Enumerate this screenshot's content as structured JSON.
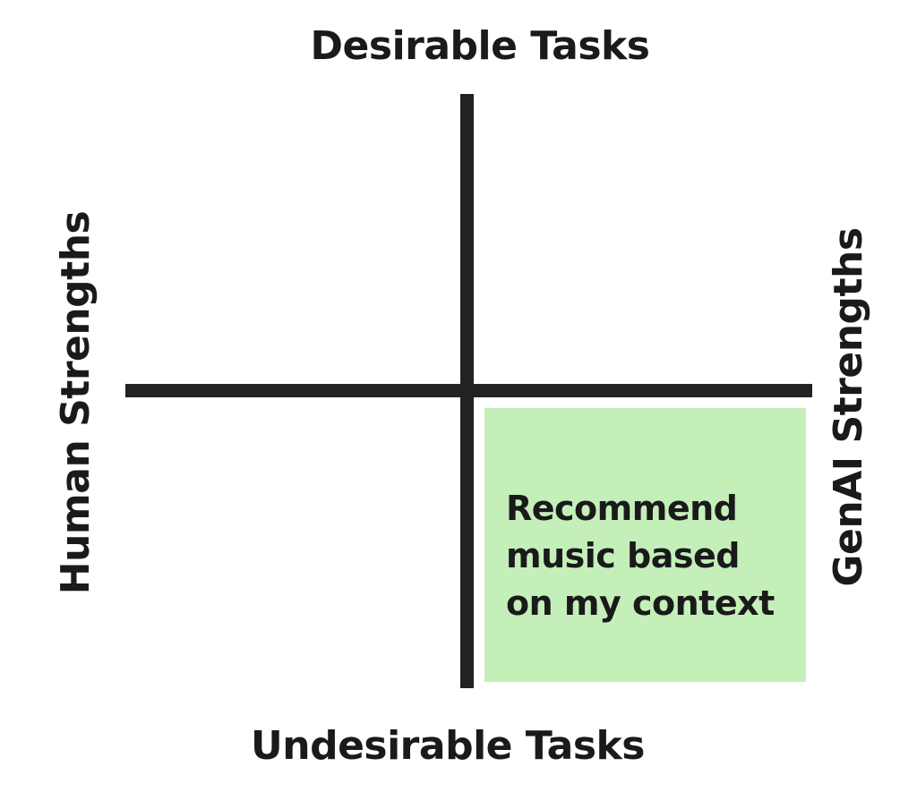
{
  "axes": {
    "top": "Desirable Tasks",
    "bottom": "Undesirable Tasks",
    "left": "Human Strengths",
    "right": "GenAI Strengths"
  },
  "quadrant": {
    "position": "bottom-right",
    "lines": [
      "Recommend",
      "music based",
      "on my context"
    ],
    "color": "#c4efb9"
  },
  "colors": {
    "axis": "#222222",
    "text": "#1a1a1a",
    "background": "#ffffff"
  }
}
